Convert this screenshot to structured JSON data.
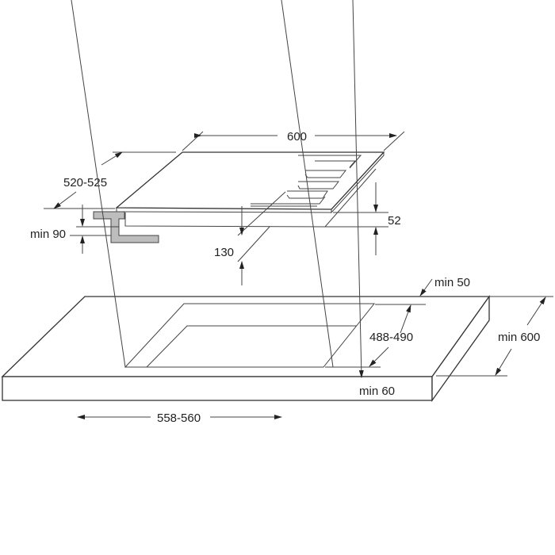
{
  "diagram": {
    "type": "hob installation dimensions",
    "units": "mm",
    "hob": {
      "width_label": "600",
      "depth_label": "520-525",
      "height_label": "52",
      "clearance_below_label": "130",
      "bracket_clearance_label": "min 90"
    },
    "worktop": {
      "cutout_width_label": "558-560",
      "cutout_depth_label": "488-490",
      "back_margin_label": "min 50",
      "front_margin_label": "min 60",
      "worktop_depth_label": "min 600"
    },
    "colors": {
      "line": "#444444",
      "bracket_fill": "#bdbdbd",
      "text": "#222222",
      "background": "#ffffff"
    }
  }
}
